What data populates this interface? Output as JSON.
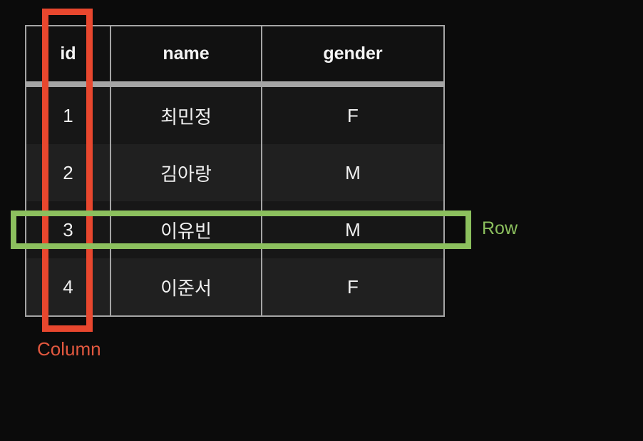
{
  "diagram": {
    "table": {
      "headers": {
        "id": "id",
        "name": "name",
        "gender": "gender"
      },
      "rows": [
        {
          "id": "1",
          "name": "최민정",
          "gender": "F"
        },
        {
          "id": "2",
          "name": "김아랑",
          "gender": "M"
        },
        {
          "id": "3",
          "name": "이유빈",
          "gender": "M"
        },
        {
          "id": "4",
          "name": "이준서",
          "gender": "F"
        }
      ]
    },
    "annotations": {
      "column": {
        "label": "Column",
        "color": "#e8472e"
      },
      "row": {
        "label": "Row",
        "color": "#8cc05e"
      }
    },
    "colors": {
      "background": "#0b0b0b",
      "header_bg": "#111111",
      "row_odd_bg": "#171717",
      "row_even_bg": "#202020",
      "border": "#a5a5a5",
      "text": "#f0f0f0"
    }
  }
}
